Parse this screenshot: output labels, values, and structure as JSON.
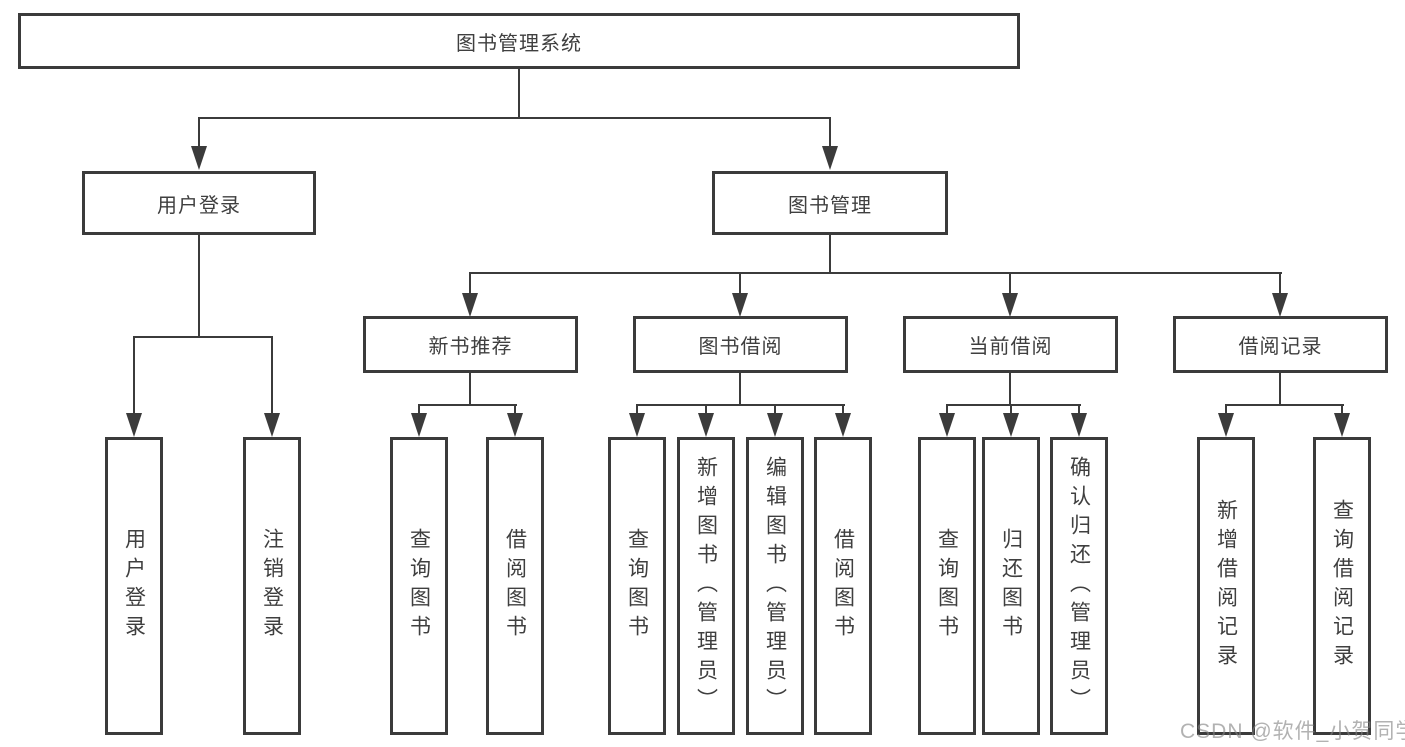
{
  "diagram_title": "图书管理系统",
  "nodes": {
    "root": {
      "label": "图书管理系统"
    },
    "user_login": {
      "label": "用户登录"
    },
    "book_management": {
      "label": "图书管理"
    },
    "new_book_recommend": {
      "label": "新书推荐"
    },
    "book_borrow": {
      "label": "图书借阅"
    },
    "current_borrow": {
      "label": "当前借阅"
    },
    "borrow_records": {
      "label": "借阅记录"
    },
    "leaf_user_login": {
      "label": "用户登录"
    },
    "leaf_logout": {
      "label": "注销登录"
    },
    "leaf_query_books_1": {
      "label": "查询图书"
    },
    "leaf_borrow_books_1": {
      "label": "借阅图书"
    },
    "leaf_query_books_2": {
      "label": "查询图书"
    },
    "leaf_add_books_admin": {
      "label": "新增图书（管理员）"
    },
    "leaf_edit_books_admin": {
      "label": "编辑图书（管理员）"
    },
    "leaf_borrow_books_2": {
      "label": "借阅图书"
    },
    "leaf_query_books_3": {
      "label": "查询图书"
    },
    "leaf_return_books": {
      "label": "归还图书"
    },
    "leaf_confirm_return_admin": {
      "label": "确认归还（管理员）"
    },
    "leaf_add_borrow_record": {
      "label": "新增借阅记录"
    },
    "leaf_query_borrow_record": {
      "label": "查询借阅记录"
    }
  },
  "hierarchy": {
    "图书管理系统": [
      "用户登录",
      "图书管理"
    ],
    "用户登录": [
      "用户登录",
      "注销登录"
    ],
    "图书管理": [
      "新书推荐",
      "图书借阅",
      "当前借阅",
      "借阅记录"
    ],
    "新书推荐": [
      "查询图书",
      "借阅图书"
    ],
    "图书借阅": [
      "查询图书",
      "新增图书（管理员）",
      "编辑图书（管理员）",
      "借阅图书"
    ],
    "当前借阅": [
      "查询图书",
      "归还图书",
      "确认归还（管理员）"
    ],
    "借阅记录": [
      "新增借阅记录",
      "查询借阅记录"
    ]
  },
  "watermark": {
    "text": "CSDN @软件_小贺同学"
  },
  "colors": {
    "line": "#3b3b3b",
    "text": "#3f3f3f",
    "watermark": "#828282",
    "background": "#ffffff"
  }
}
